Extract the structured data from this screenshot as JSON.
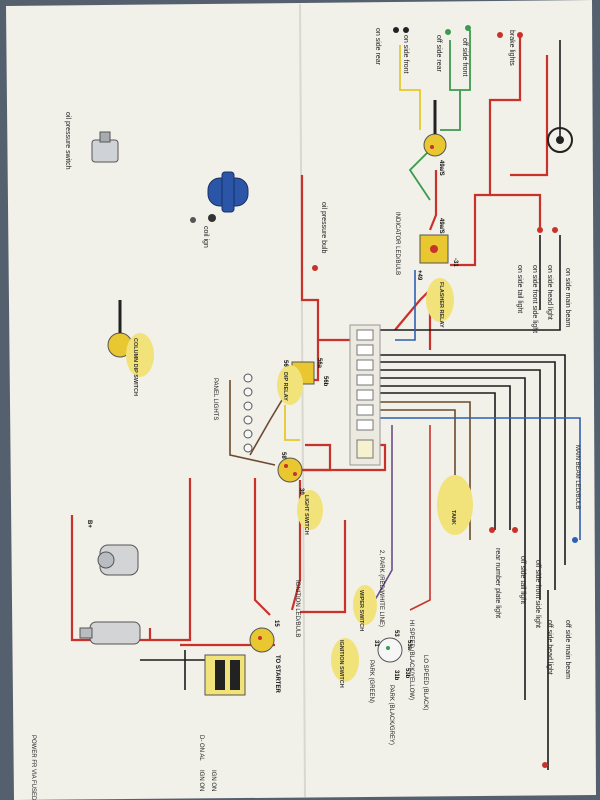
{
  "labels": {
    "brake_lights": "brake lights",
    "off_side_front_1": "off side front",
    "off_side_rear": "off side rear",
    "on_side_front": "on side front",
    "on_side_rear": "on side rear",
    "oil_pressure_switch": "oil pressure switch",
    "coil_ign": "coil ign",
    "oil_pressure_bulb": "oil pressure bulb",
    "indicator_led_bulb": "INDICATOR LED/BULB",
    "flasher_relay": "FLASHER RELAY",
    "on_side_main_beam": "on side main beam",
    "on_side_head_light": "on side head light",
    "on_side_front_side_light": "on side front side light",
    "on_side_tail_light": "on side tail light",
    "main_beam_led": "MAIN BEAM LED/BULB",
    "column_dip_switch": "COLUMN DIP SWITCH",
    "dip_relay": "DIP RELAY",
    "panel_lights": "PANEL LIGHTS",
    "tank": "TANK",
    "light_switch": "LIGHT SWITCH",
    "ignition_led": "IGNITION LED/BULB",
    "ignition_switch": "IGNITION SWITCH",
    "to_starter": "TO STARTER",
    "wiper_switch": "WIPER SWITCH",
    "wiper_wire": "2, PARK (RED/WHITE LINE)",
    "hi_speed": "HI SPEED (BLACK/YELLOW)",
    "lo_speed": "LO SPEED (BLACK)",
    "park_green": "PARK (GREEN)",
    "park_blackgrey": "PARK (BLACK/GREY)",
    "b_plus": "B+",
    "off_side_front_side_light": "off side front side light",
    "off_side_tail_light": "off side tail light",
    "rear_number_plate_light": "rear number plate light",
    "off_side_head_light": "off side head light",
    "off_side_main_beam": "off side main beam",
    "power_fused": "POWER FR VIA FUSED CONNECT",
    "d_on_al": "D- ON AL",
    "ign_on_1": "IGN ON",
    "ign_on_2": "IGN ON"
  },
  "terminals": {
    "t49a": "49a/S",
    "t49s": "49a/S",
    "t31": "-31",
    "t49": "+49",
    "t56": "56",
    "t56a": "56a",
    "t56b": "56b",
    "t58": "58",
    "t30": "30",
    "t15": "15",
    "t31b": "31b",
    "t53": "53",
    "t53a": "53a",
    "t53b": "53b",
    "t31c": "31"
  },
  "colors": {
    "paper": "#f1f0e9",
    "red_wire": "#c8322a",
    "green_wire": "#3c9a4c",
    "yellow_wire": "#e6c82a",
    "black_wire": "#1b1b1b",
    "brown_wire": "#6b4a2e",
    "blue_wire": "#2f5fb0",
    "purple_wire": "#6a4d8a",
    "blob": "#f2e27a"
  }
}
